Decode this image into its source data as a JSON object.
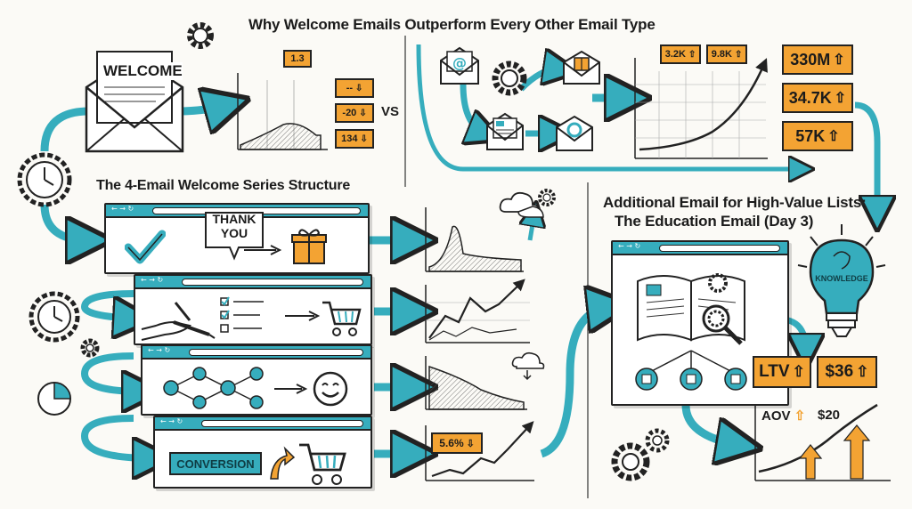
{
  "header": {
    "title": "Why Welcome Emails Outperform Every Other Email Type"
  },
  "top_left": {
    "envelope_label": "WELCOME",
    "chart_top_badge": "1.3",
    "stat_badges": [
      "--",
      "-20",
      "134"
    ],
    "vs_label": "VS"
  },
  "top_right": {
    "small_badges": [
      "3.2K",
      "9.8K"
    ],
    "big_badges": [
      "330M",
      "34.7K",
      "57K"
    ]
  },
  "series": {
    "title": "The 4-Email Welcome Series Structure",
    "thank_you_label": "THANK YOU",
    "thank_you_lines": [
      "THANK",
      "YOU"
    ],
    "conversion_label": "CONVERSION",
    "rate_badge": "5.6%"
  },
  "education": {
    "title_line1": "Additional Email for High-Value Lists:",
    "title_line2": "The Education Email (Day 3)",
    "knowledge_label": "KNOWLEDGE",
    "ltv_label": "LTV",
    "ltv_value": "$36",
    "aov_label": "AOV",
    "aov_value": "$20"
  },
  "colors": {
    "teal": "#36adbd",
    "orange": "#f3a333",
    "ink": "#222222"
  }
}
